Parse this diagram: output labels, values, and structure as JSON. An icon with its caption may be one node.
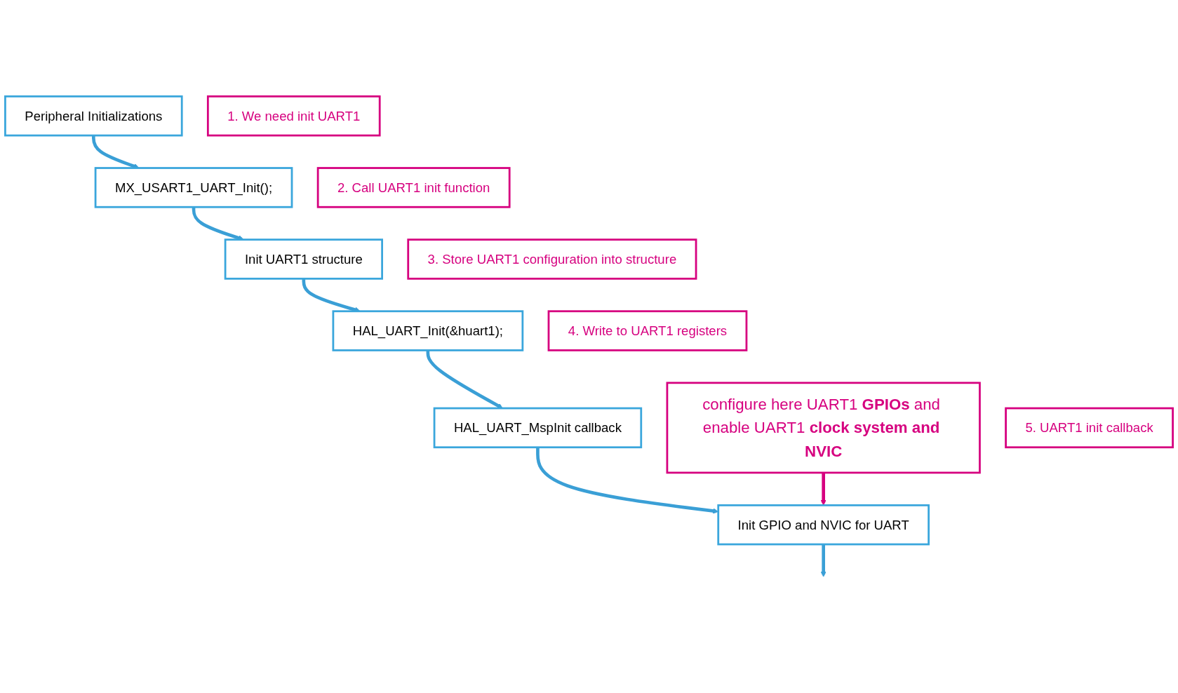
{
  "diagram": {
    "nodes": [
      {
        "text": [
          "Peripheral Initializations"
        ]
      },
      {
        "text": [
          "1. We need init UART1"
        ]
      },
      {
        "text": [
          "MX_USART1_UART_Init();"
        ]
      },
      {
        "text": [
          "2. Call UART1 init function"
        ]
      },
      {
        "text": [
          "Init UART1 structure"
        ]
      },
      {
        "text": [
          "3. Store UART1 configuration into structure"
        ]
      },
      {
        "text": [
          "HAL_UART_Init(&huart1);"
        ]
      },
      {
        "text": [
          "4. Write to UART1 registers"
        ]
      },
      {
        "text": [
          "HAL_UART_MspInit callback"
        ]
      },
      {
        "text": [
          "5. UART1 init callback"
        ]
      },
      {
        "text": [
          "Init GPIO and NVIC for UART"
        ]
      },
      {
        "text": [
          "configure here UART1 **GPIOs** and enable UART1 **clock system and NVIC**"
        ]
      }
    ],
    "edges": [
      {
        "from": 0,
        "to": 2,
        "arrow": "to"
      },
      {
        "from": 2,
        "to": 4,
        "arrow": "to"
      },
      {
        "from": 4,
        "to": 6,
        "arrow": "to"
      },
      {
        "from": 6,
        "to": 8,
        "arrow": "to"
      },
      {
        "from": 8,
        "to": 10,
        "arrow": "to"
      },
      {
        "from": 10,
        "to": null,
        "arrow": "to"
      },
      {
        "from": 11,
        "to": 10,
        "arrow": "to",
        "color": "#d6007f"
      }
    ]
  }
}
